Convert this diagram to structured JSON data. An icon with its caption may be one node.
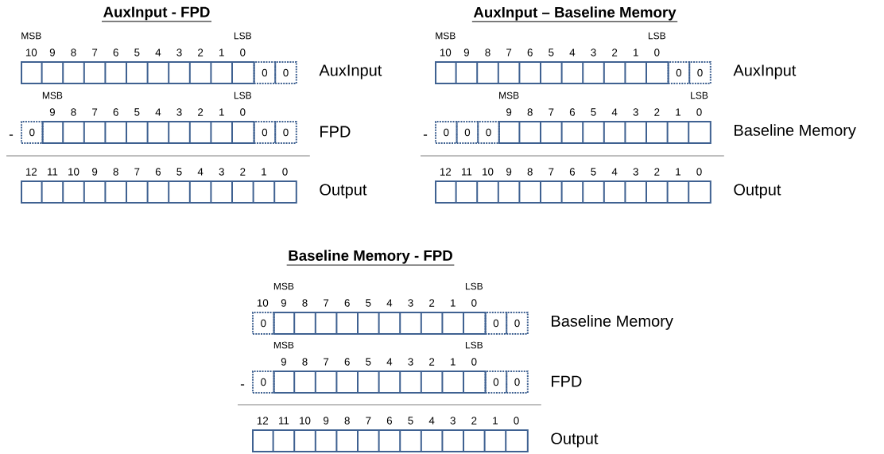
{
  "diagram": {
    "nodes": [
      {
        "text": [],
        "shape": "box"
      },
      {
        "text": [
          "0"
        ]
      },
      {
        "text": [
          "0"
        ],
        "beside": [
          "AuxInput"
        ]
      },
      {
        "text": [
          "0"
        ]
      },
      {
        "text": [],
        "shape": "box"
      },
      {
        "text": [
          "0"
        ]
      },
      {
        "text": [
          "0"
        ],
        "beside": [
          "FPD"
        ]
      },
      {
        "text": [],
        "shape": "box",
        "beside": [
          "Output"
        ]
      },
      {
        "text": [],
        "shape": "box"
      },
      {
        "text": [
          "0"
        ]
      },
      {
        "text": [
          "0"
        ],
        "beside": [
          "AuxInput"
        ]
      },
      {
        "text": [
          "0"
        ]
      },
      {
        "text": [
          "0"
        ]
      },
      {
        "text": [
          "0"
        ]
      },
      {
        "text": [],
        "shape": "box",
        "beside": [
          "Baseline Memory"
        ]
      },
      {
        "text": [],
        "shape": "box",
        "beside": [
          "Output"
        ]
      },
      {
        "text": [
          "0"
        ]
      },
      {
        "text": [],
        "shape": "box"
      },
      {
        "text": [
          "0"
        ]
      },
      {
        "text": [
          "0"
        ],
        "beside": [
          "Baseline Memory"
        ]
      },
      {
        "text": [
          "0"
        ]
      },
      {
        "text": [],
        "shape": "box"
      },
      {
        "text": [
          "0"
        ]
      },
      {
        "text": [
          "0"
        ],
        "beside": [
          "FPD"
        ]
      },
      {
        "text": [],
        "shape": "box",
        "beside": [
          "Output"
        ]
      }
    ],
    "labels": [
      "AuxInput - FPD",
      "MSB",
      "LSB",
      "10",
      "9",
      "8",
      "7",
      "6",
      "5",
      "4",
      "3",
      "2",
      "1",
      "0",
      "MSB",
      "LSB",
      "9",
      "8",
      "7",
      "6",
      "5",
      "4",
      "3",
      "2",
      "1",
      "0",
      "-",
      "12",
      "11",
      "10",
      "9",
      "8",
      "7",
      "6",
      "5",
      "4",
      "3",
      "2",
      "1",
      "0",
      "AuxInput – Baseline Memory",
      "MSB",
      "LSB",
      "10",
      "9",
      "8",
      "7",
      "6",
      "5",
      "4",
      "3",
      "2",
      "1",
      "0",
      "MSB",
      "LSB",
      "9",
      "8",
      "7",
      "6",
      "5",
      "4",
      "3",
      "2",
      "1",
      "0",
      "-",
      "12",
      "11",
      "10",
      "9",
      "8",
      "7",
      "6",
      "5",
      "4",
      "3",
      "2",
      "1",
      "0",
      "Baseline Memory - FPD",
      "MSB",
      "LSB",
      "10",
      "9",
      "8",
      "7",
      "6",
      "5",
      "4",
      "3",
      "2",
      "1",
      "0",
      "MSB",
      "LSB",
      "9",
      "8",
      "7",
      "6",
      "5",
      "4",
      "3",
      "2",
      "1",
      "0",
      "-",
      "12",
      "11",
      "10",
      "9",
      "8",
      "7",
      "6",
      "5",
      "4",
      "3",
      "2",
      "1",
      "0"
    ]
  }
}
